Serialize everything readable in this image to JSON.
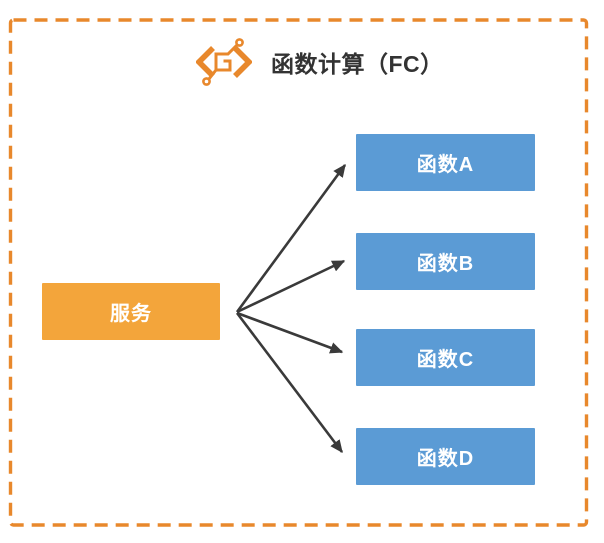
{
  "title": "函数计算（FC）",
  "logo_icon": "function-compute-icon",
  "service": {
    "label": "服务"
  },
  "functions": [
    {
      "label": "函数A"
    },
    {
      "label": "函数B"
    },
    {
      "label": "函数C"
    },
    {
      "label": "函数D"
    }
  ],
  "colors": {
    "frame_orange": "#E8882C",
    "service_orange": "#F3A53B",
    "function_blue": "#5B9BD5",
    "arrow_dark": "#3A3A3A",
    "title_text": "#333333",
    "box_text": "#FFFFFF"
  }
}
